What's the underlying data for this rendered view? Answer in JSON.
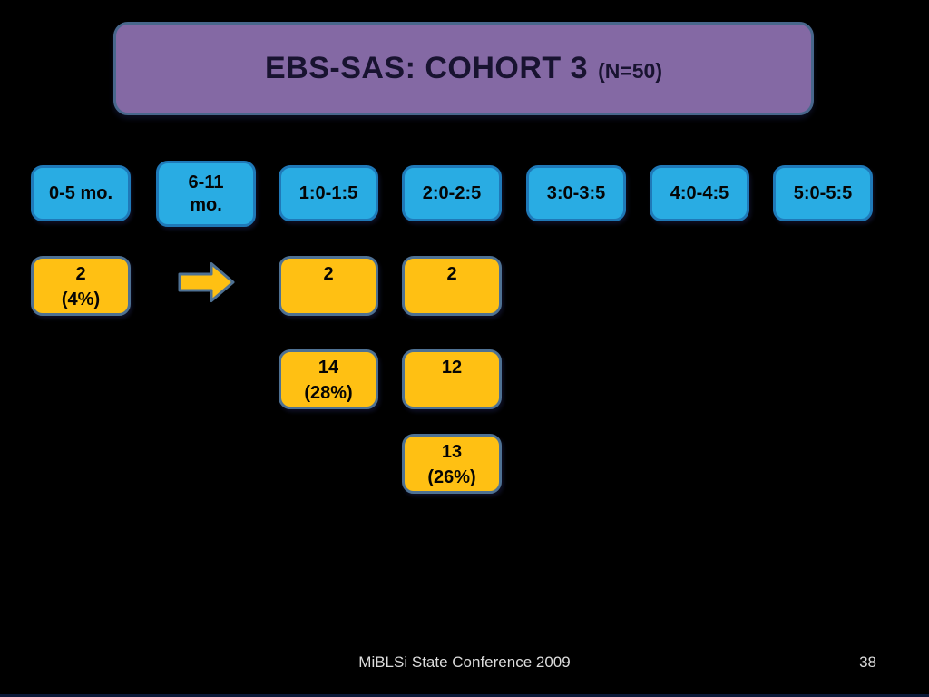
{
  "title": {
    "main": "EBS-SAS: COHORT 3",
    "suffix": "(N=50)"
  },
  "age_headers": [
    {
      "label": "0-5 mo."
    },
    {
      "label": "6-11\nmo."
    },
    {
      "label": "1:0-1:5"
    },
    {
      "label": "2:0-2:5"
    },
    {
      "label": "3:0-3:5"
    },
    {
      "label": "4:0-4:5"
    },
    {
      "label": "5:0-5:5"
    }
  ],
  "counts": {
    "age_0_5_row1": "2\n(4%)",
    "age_1_0_1_5_row1": "2",
    "age_2_0_2_5_row1": "2",
    "age_1_0_1_5_row2": "14\n(28%)",
    "age_2_0_2_5_row2": "12",
    "age_2_0_2_5_row3": "13\n(26%)"
  },
  "icons": {
    "arrow": "right-arrow"
  },
  "footer": {
    "conference": "MiBLSi State Conference 2009",
    "page_number": "38"
  },
  "colors": {
    "background": "#000000",
    "title_fill": "#8469A4",
    "title_border": "#48678C",
    "header_fill": "#29ACE3",
    "header_border": "#1F79B8",
    "data_fill": "#FFC013",
    "data_border": "#4E7193",
    "footer_text": "#DCDCDC"
  }
}
